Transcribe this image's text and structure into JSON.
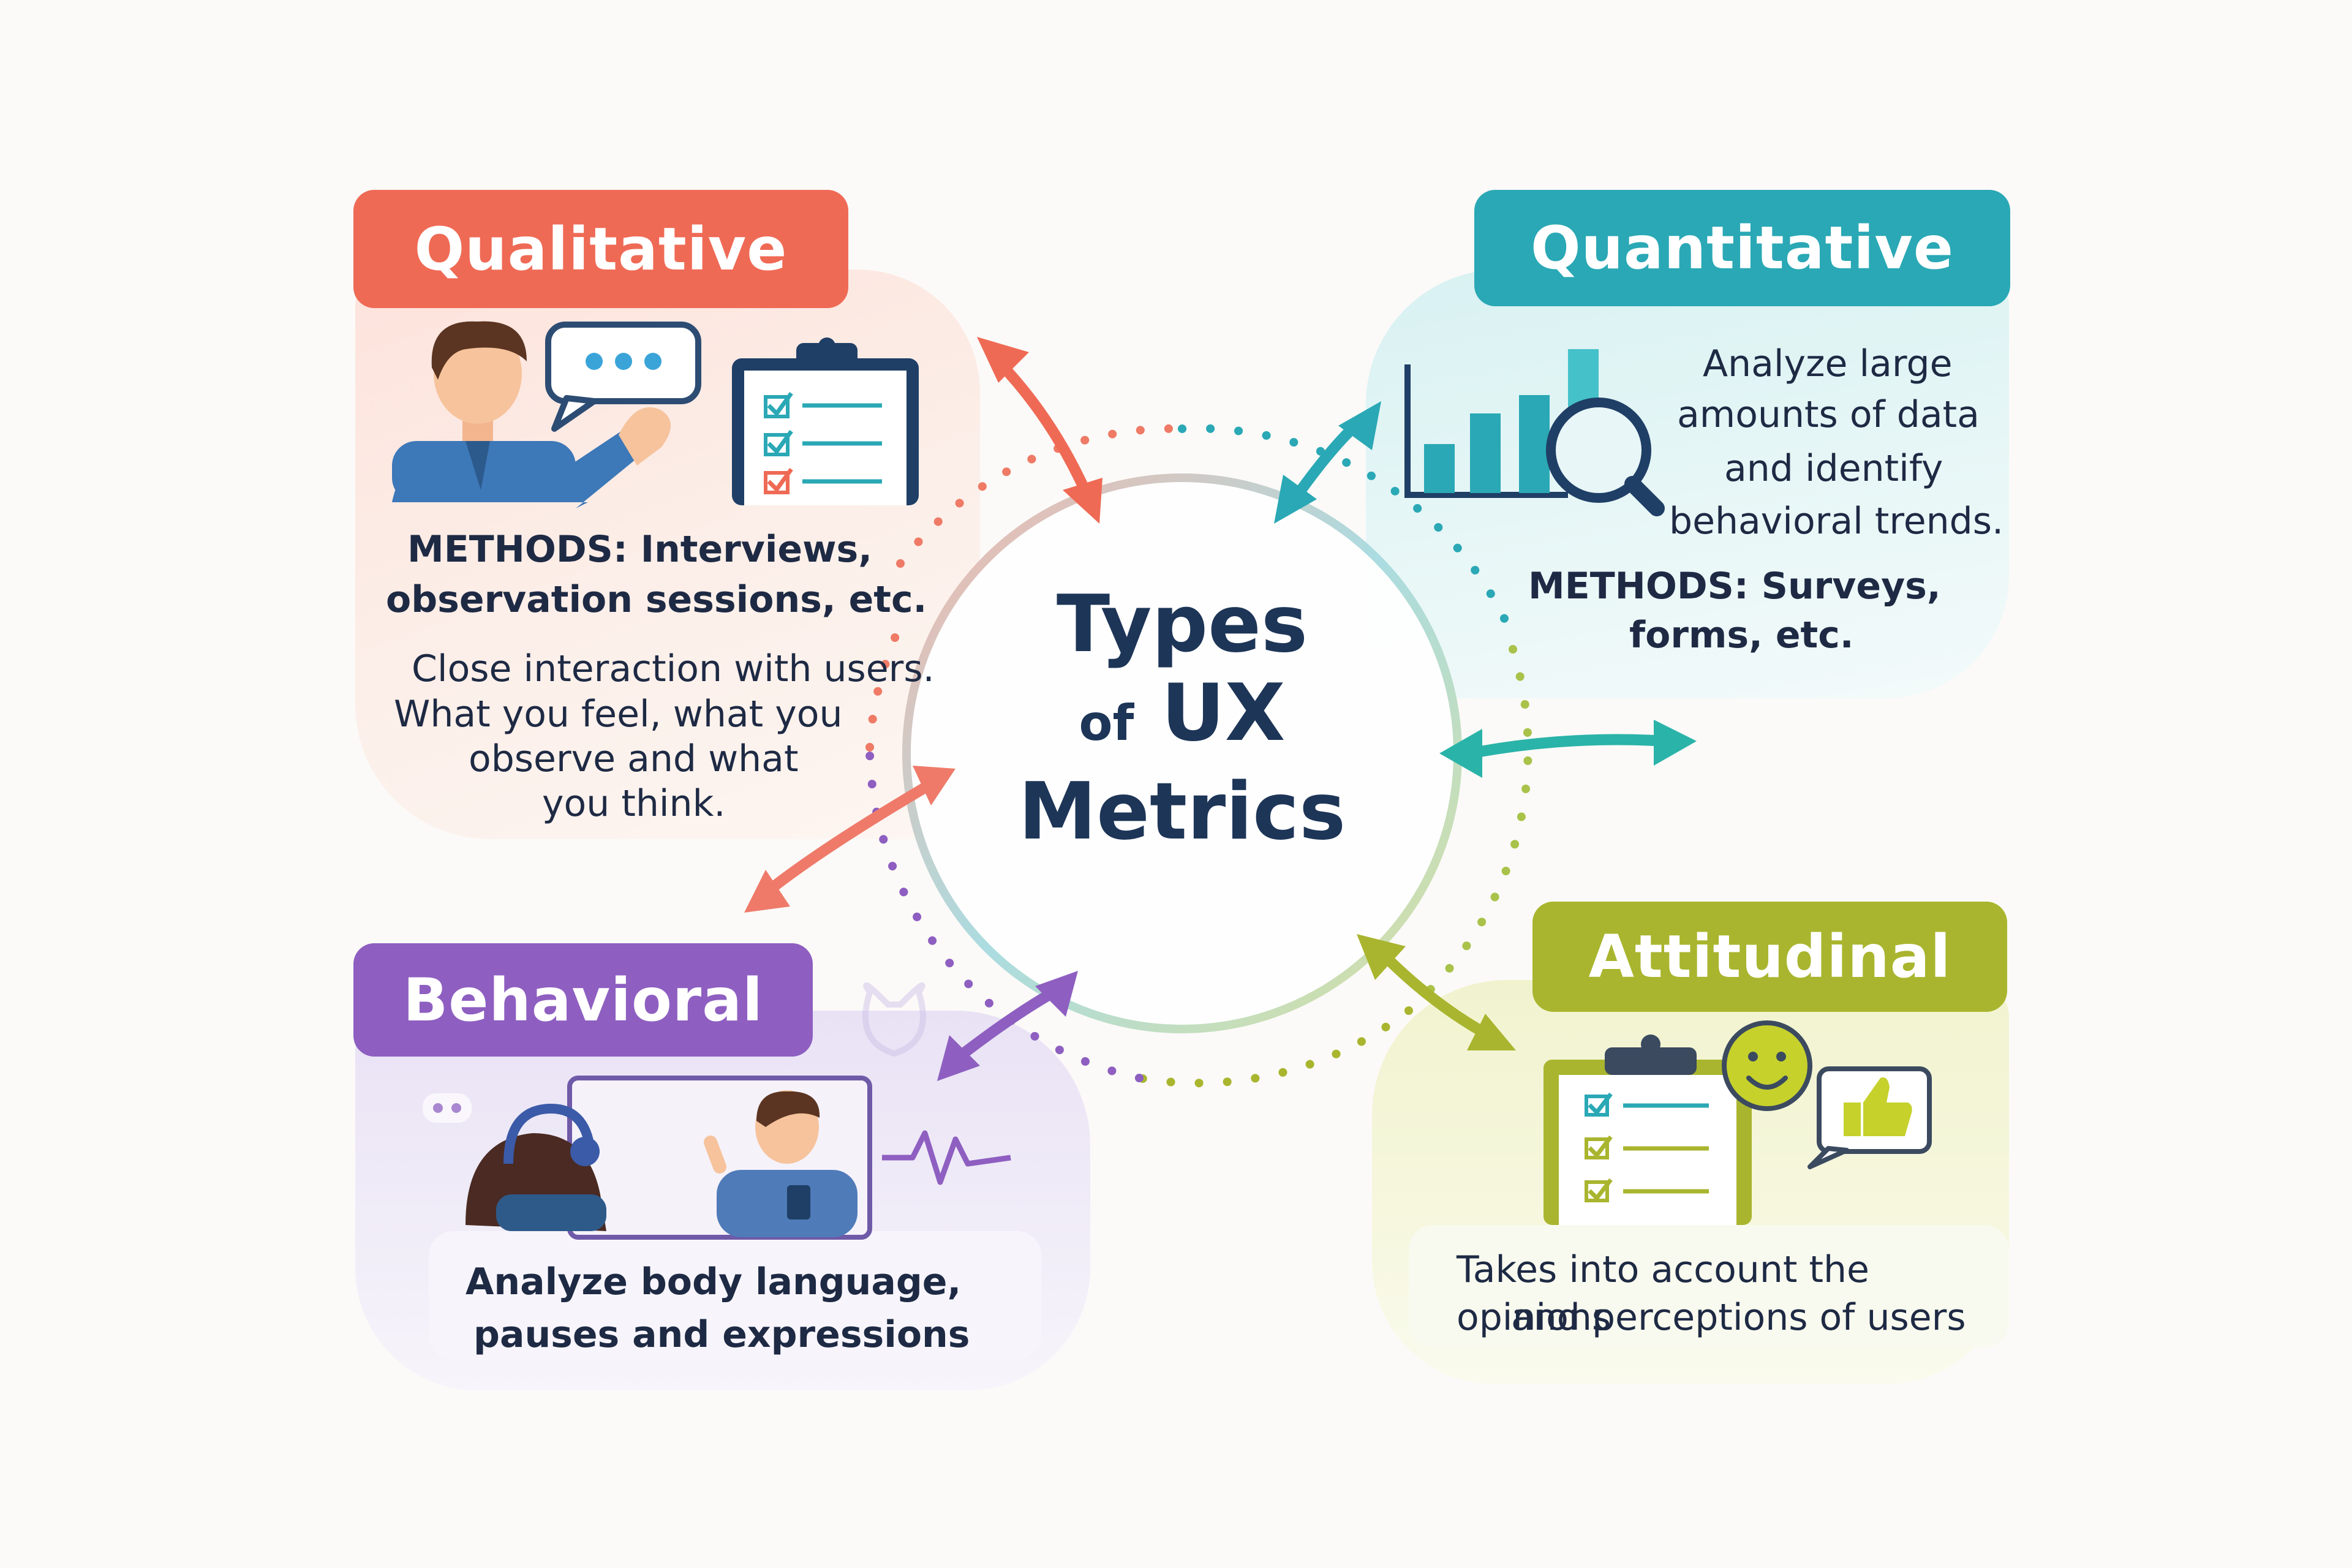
{
  "center": {
    "line1": "Types",
    "line2_small": "of",
    "line2_big": "UX",
    "line3": "Metrics"
  },
  "colors": {
    "qualitative": "#ef6a55",
    "quantitative": "#2aa8b5",
    "behavioral": "#8e5fc1",
    "attitudinal": "#a9b52e",
    "title": "#1d3557"
  },
  "cards": {
    "qualitative": {
      "title": "Qualitative",
      "methods_line1": "METHODS: Interviews,",
      "methods_line2": "observation sessions, etc.",
      "desc_line1": "Close interaction with users.",
      "desc_line2": "What you feel, what you",
      "desc_line3": "observe and what",
      "desc_line4": "you think."
    },
    "quantitative": {
      "title": "Quantitative",
      "desc_line1": "Analyze large",
      "desc_line2": "amounts of data",
      "desc_line3": "and identify",
      "desc_line4": "behavioral trends.",
      "methods_line1": "METHODS: Surveys,",
      "methods_line2": "forms, etc."
    },
    "behavioral": {
      "title": "Behavioral",
      "desc_line1": "Analyze body language,",
      "desc_line2": "pauses and expressions"
    },
    "attitudinal": {
      "title": "Attitudinal",
      "desc_line1": "Takes into account the opinions",
      "desc_line2": "and perceptions of users"
    }
  },
  "icons": [
    "interviewer-illustration",
    "speech-bubble-icon",
    "clipboard-checklist-icon",
    "bar-chart-icon",
    "magnifier-icon",
    "headset-user-illustration",
    "heartbeat-icon",
    "heart-icon",
    "smiley-icon",
    "thumbs-up-icon"
  ]
}
